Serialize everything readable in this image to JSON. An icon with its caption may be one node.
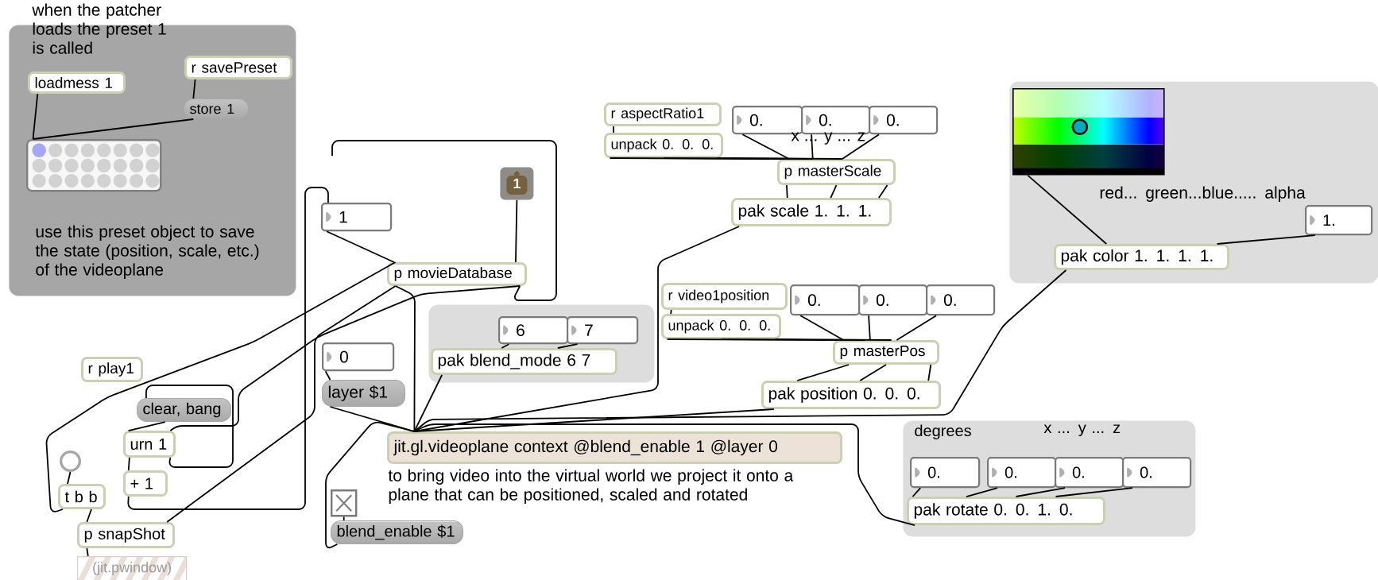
{
  "diagram": {
    "nodes": [
      {
        "text": [
          "when the patcher loads the preset 1 is called",
          "use this preset object to save the state (position, scale, etc.) of the videoplane"
        ]
      },
      {
        "text": [
          "loadmess 1"
        ],
        "in": 0
      },
      {
        "text": [
          "r savePreset"
        ],
        "in": 0
      },
      {
        "text": [
          "store 1"
        ],
        "in": 0
      },
      {
        "text": [],
        "shape": "box",
        "in": 0
      },
      {
        "text": [
          "r aspectRatio1"
        ]
      },
      {
        "text": [
          "unpack 0. 0. 0."
        ]
      },
      {
        "text": [
          "0."
        ]
      },
      {
        "text": [
          "0."
        ]
      },
      {
        "text": [
          "0."
        ]
      },
      {
        "text": [
          "p masterScale"
        ]
      },
      {
        "text": [
          "pak scale 1. 1. 1."
        ]
      },
      {
        "text": [
          "red... green...blue..... alpha"
        ]
      },
      {
        "text": [],
        "shape": "box",
        "in": 12
      },
      {
        "text": [
          "1."
        ],
        "in": 12
      },
      {
        "text": [
          "pak color 1. 1. 1. 1."
        ],
        "in": 12
      },
      {
        "text": [
          "1"
        ]
      },
      {
        "text": [
          "1"
        ]
      },
      {
        "text": [
          "p movieDatabase"
        ]
      },
      {
        "text": [],
        "shape": "box"
      },
      {
        "text": [
          "6"
        ],
        "in": 19
      },
      {
        "text": [
          "7"
        ],
        "in": 19
      },
      {
        "text": [
          "pak blend_mode 6 7"
        ],
        "in": 19
      },
      {
        "text": [
          "r video1position"
        ]
      },
      {
        "text": [
          "unpack 0. 0. 0."
        ]
      },
      {
        "text": [
          "0."
        ]
      },
      {
        "text": [
          "0."
        ]
      },
      {
        "text": [
          "0."
        ]
      },
      {
        "text": [
          "p masterPos"
        ]
      },
      {
        "text": [
          "pak position 0. 0. 0."
        ]
      },
      {
        "text": [
          "0"
        ]
      },
      {
        "text": [
          "layer $1"
        ]
      },
      {
        "text": [
          "r play1"
        ]
      },
      {
        "text": [
          "clear, bang"
        ]
      },
      {
        "text": [
          "urn 1"
        ]
      },
      {
        "text": [
          "jit.gl.videoplane context @blend_enable 1 @layer 0"
        ],
        "beside": [
          "to bring video into the virtual world we project it onto a plane that can be positioned, scaled and rotated"
        ]
      },
      {
        "text": [
          "degrees",
          "x ... y ... z"
        ]
      },
      {
        "text": [
          "0."
        ],
        "in": 36
      },
      {
        "text": [
          "0."
        ],
        "in": 36
      },
      {
        "text": [
          "0."
        ],
        "in": 36
      },
      {
        "text": [
          "0."
        ],
        "in": 36
      },
      {
        "text": [
          "pak rotate 0. 0. 1. 0."
        ],
        "in": 36
      },
      {
        "text": [],
        "shape": "circle"
      },
      {
        "text": [
          "t b b"
        ]
      },
      {
        "text": [
          "+ 1"
        ]
      },
      {
        "text": [],
        "shape": "box"
      },
      {
        "text": [
          "p snapShot"
        ]
      },
      {
        "text": [
          "blend_enable $1"
        ]
      },
      {
        "text": [
          "(jit.pwindow)"
        ]
      }
    ],
    "edges": [
      {
        "from": 1,
        "to": 4,
        "arrow": "none"
      },
      {
        "from": 2,
        "to": 3,
        "arrow": "none"
      },
      {
        "from": 3,
        "to": 4,
        "arrow": "none"
      },
      {
        "from": 5,
        "to": 6,
        "arrow": "none"
      },
      {
        "from": 6,
        "to": 10,
        "arrow": "none"
      },
      {
        "from": 6,
        "to": 10,
        "arrow": "none"
      },
      {
        "from": 6,
        "to": 10,
        "arrow": "none"
      },
      {
        "from": 7,
        "to": 10,
        "arrow": "none"
      },
      {
        "from": 8,
        "to": 10,
        "arrow": "none"
      },
      {
        "from": 9,
        "to": 10,
        "arrow": "none"
      },
      {
        "from": 10,
        "to": 11,
        "arrow": "none"
      },
      {
        "from": 10,
        "to": 11,
        "arrow": "none"
      },
      {
        "from": 10,
        "to": 11,
        "arrow": "none"
      },
      {
        "from": 11,
        "to": 35,
        "arrow": "none"
      },
      {
        "from": 13,
        "to": 15,
        "arrow": "none"
      },
      {
        "from": 14,
        "to": 15,
        "arrow": "none"
      },
      {
        "from": 15,
        "to": 35,
        "arrow": "none"
      },
      {
        "from": 16,
        "to": 18,
        "arrow": "none"
      },
      {
        "from": 17,
        "to": 18,
        "arrow": "none"
      },
      {
        "from": 18,
        "to": null,
        "arrow": "none"
      },
      {
        "from": 18,
        "to": 35,
        "arrow": "none"
      },
      {
        "from": 18,
        "to": 46,
        "arrow": "none"
      },
      {
        "from": 18,
        "to": 34,
        "arrow": "none"
      },
      {
        "from": 43,
        "to": 18,
        "arrow": "none"
      },
      {
        "from": 20,
        "to": 22,
        "arrow": "none"
      },
      {
        "from": 21,
        "to": 22,
        "arrow": "none"
      },
      {
        "from": 22,
        "to": 35,
        "arrow": "none"
      },
      {
        "from": 23,
        "to": 24,
        "arrow": "none"
      },
      {
        "from": 24,
        "to": 28,
        "arrow": "none"
      },
      {
        "from": 24,
        "to": 28,
        "arrow": "none"
      },
      {
        "from": 24,
        "to": 28,
        "arrow": "none"
      },
      {
        "from": 25,
        "to": 28,
        "arrow": "none"
      },
      {
        "from": 26,
        "to": 28,
        "arrow": "none"
      },
      {
        "from": 27,
        "to": 28,
        "arrow": "none"
      },
      {
        "from": 28,
        "to": 29,
        "arrow": "none"
      },
      {
        "from": 28,
        "to": 29,
        "arrow": "none"
      },
      {
        "from": 28,
        "to": 29,
        "arrow": "none"
      },
      {
        "from": 29,
        "to": 35,
        "arrow": "none"
      },
      {
        "from": 30,
        "to": 31,
        "arrow": "none"
      },
      {
        "from": 31,
        "to": 35,
        "arrow": "none"
      },
      {
        "from": 33,
        "to": 34,
        "arrow": "none"
      },
      {
        "from": 34,
        "to": 33,
        "arrow": "none"
      },
      {
        "from": 34,
        "to": 44,
        "arrow": "none"
      },
      {
        "from": 44,
        "to": 17,
        "arrow": "none"
      },
      {
        "from": 37,
        "to": 41,
        "arrow": "none"
      },
      {
        "from": 38,
        "to": 41,
        "arrow": "none"
      },
      {
        "from": 39,
        "to": 41,
        "arrow": "none"
      },
      {
        "from": 40,
        "to": 41,
        "arrow": "none"
      },
      {
        "from": 41,
        "to": 35,
        "arrow": "none"
      },
      {
        "from": 42,
        "to": 43,
        "arrow": "none"
      },
      {
        "from": 43,
        "to": 46,
        "arrow": "none"
      },
      {
        "from": 46,
        "to": 48,
        "arrow": "none"
      },
      {
        "from": 45,
        "to": 47,
        "arrow": "none"
      },
      {
        "from": 47,
        "to": 35,
        "arrow": "none"
      }
    ],
    "labels": [
      "x ... y ... z"
    ]
  }
}
